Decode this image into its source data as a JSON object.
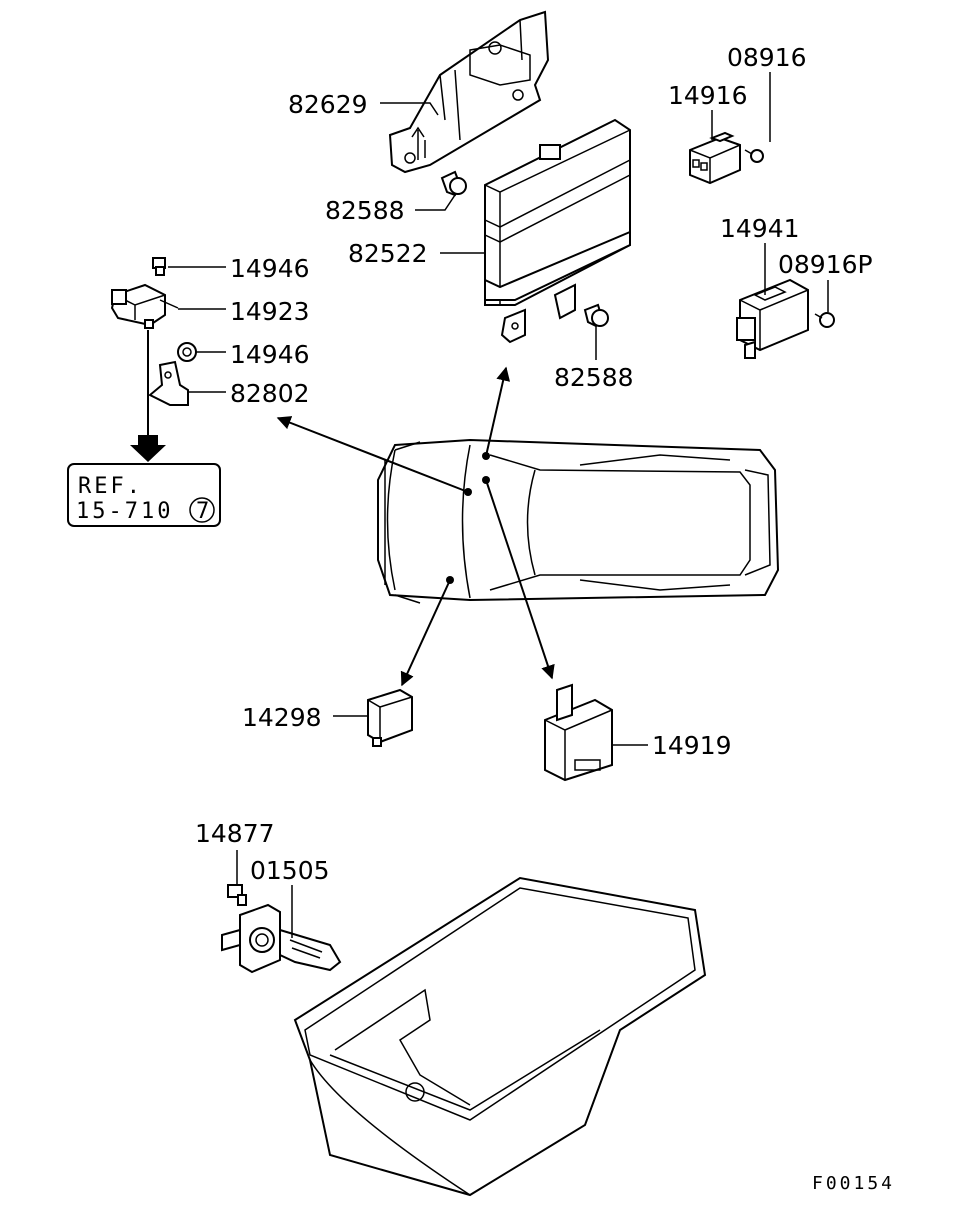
{
  "labels": {
    "p82629": "82629",
    "p08916": "08916",
    "p14916": "14916",
    "p82588a": "82588",
    "p82522": "82522",
    "p14941": "14941",
    "p08916P": "08916P",
    "p14946a": "14946",
    "p14923": "14923",
    "p14946b": "14946",
    "p82802": "82802",
    "p82588b": "82588",
    "p14298": "14298",
    "p14919": "14919",
    "p14877": "14877",
    "p01505": "01505"
  },
  "reference": {
    "line1": "REF.",
    "line2": "15-710",
    "circled": "7"
  },
  "figure_code": "F00154"
}
